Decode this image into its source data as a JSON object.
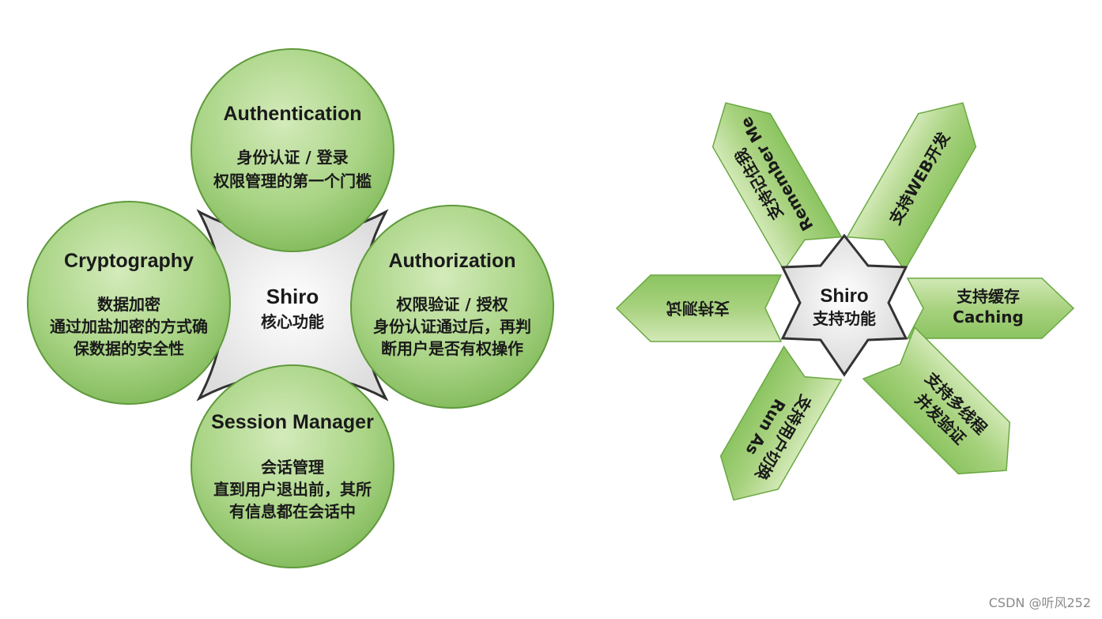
{
  "left_diagram": {
    "center": {
      "title": "Shiro",
      "subtitle": "核心功能"
    },
    "circles": [
      {
        "title": "Authentication",
        "lines": [
          "身份认证 / 登录",
          "权限管理的第一个门槛"
        ]
      },
      {
        "title": "Authorization",
        "lines": [
          "权限验证 / 授权",
          "身份认证通过后，再判",
          "断用户是否有权操作"
        ]
      },
      {
        "title": "Session Manager",
        "lines": [
          "会话管理",
          "直到用户退出前，其所",
          "有信息都在会话中"
        ]
      },
      {
        "title": "Cryptography",
        "lines": [
          "数据加密",
          "通过加盐加密的方式确",
          "保数据的安全性"
        ]
      }
    ]
  },
  "right_diagram": {
    "center": {
      "title": "Shiro",
      "subtitle": "支持功能"
    },
    "arrows": [
      {
        "lines": [
          "支持缓存",
          "Caching"
        ]
      },
      {
        "lines": [
          "支持WEB开发"
        ]
      },
      {
        "lines": [
          "支持记住我",
          "Remember Me"
        ]
      },
      {
        "lines": [
          "支持测试"
        ]
      },
      {
        "lines": [
          "支持用户切换",
          "Run As"
        ]
      },
      {
        "lines": [
          "支持多线程",
          "并发验证"
        ]
      }
    ]
  },
  "watermark": "CSDN @听风252",
  "colors": {
    "green_light": "#c6e3a6",
    "green_mid": "#9ccc73",
    "green_dark": "#6aa842",
    "outline": "#3a3a3a",
    "star_fill": "#e6e6e6"
  }
}
